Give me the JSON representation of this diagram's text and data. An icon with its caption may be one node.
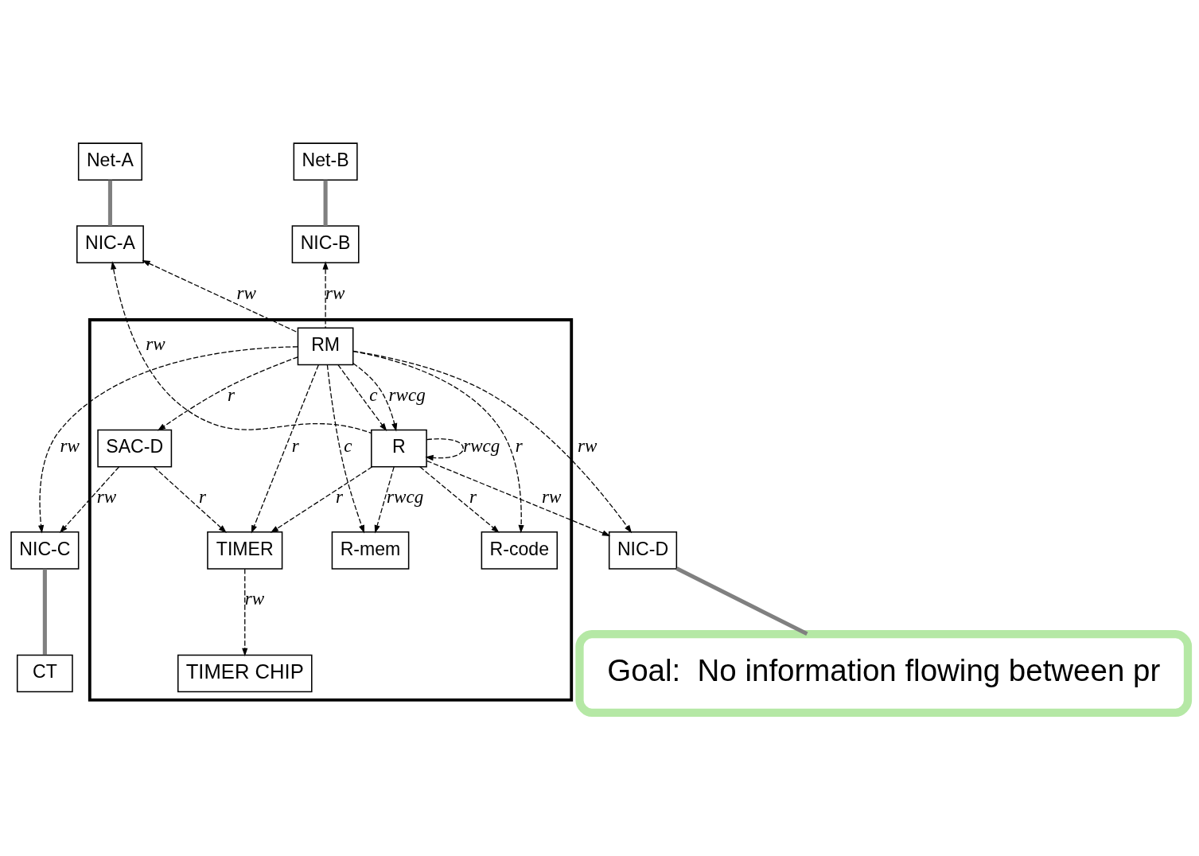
{
  "diagram": {
    "nodes": [
      {
        "text": [
          "Net-A"
        ]
      },
      {
        "text": [
          "Net-B"
        ]
      },
      {
        "text": [],
        "shape": "box"
      },
      {
        "text": [
          "NIC-A"
        ]
      },
      {
        "text": [
          "NIC-B"
        ]
      },
      {
        "text": [
          "RM"
        ],
        "in": 2
      },
      {
        "text": [
          "R"
        ],
        "in": 2
      },
      {
        "text": [
          "R-code"
        ],
        "in": 2
      },
      {
        "text": [
          "R-mem"
        ],
        "in": 2
      },
      {
        "text": [
          "TIMER"
        ],
        "in": 2
      },
      {
        "text": [
          "TIMER CHIP"
        ],
        "in": 2
      },
      {
        "text": [
          "SAC-D"
        ],
        "in": 2
      },
      {
        "text": [
          "NIC-C"
        ]
      },
      {
        "text": [
          "NIC-D"
        ]
      },
      {
        "text": [
          "CT"
        ]
      },
      {
        "text": [
          "Goal:  No information flowing between pr"
        ]
      }
    ],
    "edges": [
      {
        "from": 0,
        "to": 3,
        "arrow": "none",
        "style": "thick",
        "color": "#808080"
      },
      {
        "from": 1,
        "to": 4,
        "arrow": "none",
        "style": "thick",
        "color": "#808080"
      },
      {
        "from": 5,
        "to": 3,
        "arrow": "to",
        "label": "rw",
        "style": "dashed"
      },
      {
        "from": 5,
        "to": 4,
        "arrow": "to",
        "label": "rw",
        "style": "dashed"
      },
      {
        "from": 5,
        "to": 9,
        "arrow": "to",
        "label": "r",
        "style": "dashed"
      },
      {
        "from": 6,
        "to": 3,
        "arrow": "to",
        "label": "rw",
        "style": "dashed"
      },
      {
        "from": 5,
        "to": 6,
        "arrow": "to",
        "label": "rwcg",
        "style": "dashed"
      },
      {
        "from": 6,
        "to": 6,
        "arrow": "to",
        "label": "rwcg",
        "style": "dashed"
      },
      {
        "from": 5,
        "to": 6,
        "arrow": "to",
        "label": "c",
        "style": "dashed"
      },
      {
        "from": 6,
        "to": 9,
        "arrow": "to",
        "label": "r",
        "style": "dashed"
      },
      {
        "from": 5,
        "to": 7,
        "arrow": "to",
        "label": "r",
        "style": "dashed"
      },
      {
        "from": 6,
        "to": 7,
        "arrow": "to",
        "label": "r",
        "style": "dashed"
      },
      {
        "from": 6,
        "to": 8,
        "arrow": "to",
        "label": "rwcg",
        "style": "dashed"
      },
      {
        "from": 6,
        "to": 13,
        "arrow": "to",
        "label": "rw",
        "style": "dashed"
      },
      {
        "from": 5,
        "to": 8,
        "arrow": "to",
        "label": "c",
        "style": "dashed"
      },
      {
        "from": 5,
        "to": 11,
        "arrow": "to",
        "label": "r",
        "style": "dashed"
      },
      {
        "from": 5,
        "to": 13,
        "arrow": "to",
        "label": "rw",
        "style": "dashed"
      },
      {
        "from": 5,
        "to": 12,
        "arrow": "to",
        "label": "rw",
        "style": "dashed"
      },
      {
        "from": 9,
        "to": 10,
        "arrow": "to",
        "label": "rw",
        "style": "dashed"
      },
      {
        "from": 11,
        "to": 9,
        "arrow": "to",
        "label": "r",
        "style": "dashed"
      },
      {
        "from": 11,
        "to": 12,
        "arrow": "to",
        "label": "rw",
        "style": "dashed"
      },
      {
        "from": 12,
        "to": 14,
        "arrow": "none",
        "style": "thick",
        "color": "#808080"
      },
      {
        "from": 13,
        "to": 15,
        "arrow": "none",
        "style": "thick",
        "color": "#808080"
      }
    ]
  }
}
